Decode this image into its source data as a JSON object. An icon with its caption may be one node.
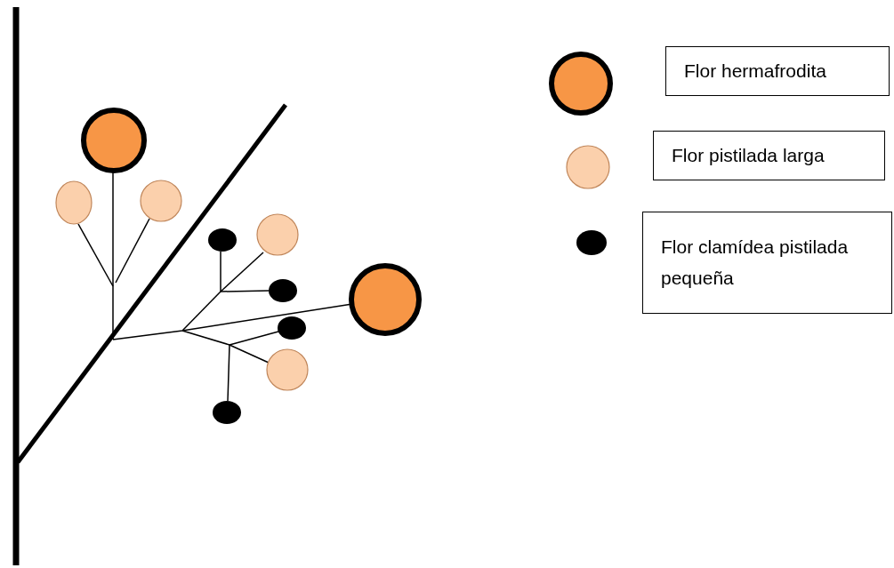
{
  "diagram": {
    "legend": [
      {
        "text": "Flor hermafrodita",
        "color": "#f79646"
      },
      {
        "text": "Flor pistilada larga",
        "color": "#fbd0ac"
      },
      {
        "text": "Flor clamídea pistilada pequeña",
        "color": "#000000"
      }
    ]
  }
}
